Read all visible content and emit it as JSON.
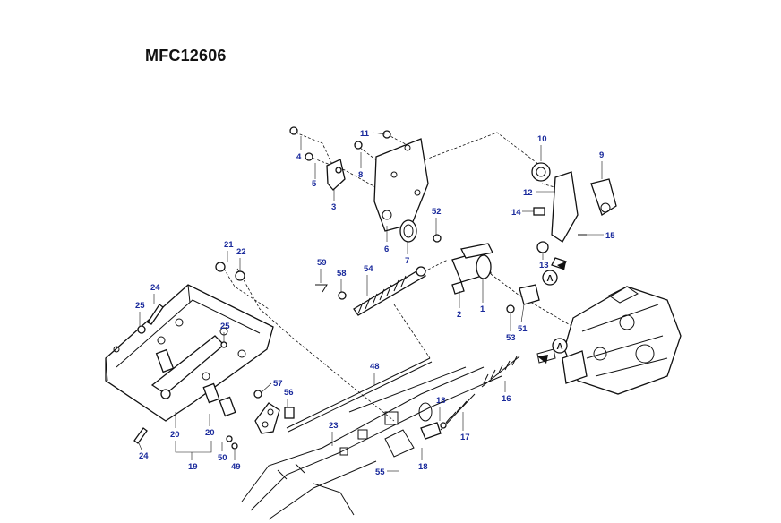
{
  "drawing_code": "MFC12606",
  "callouts": {
    "c4": "4",
    "c5": "5",
    "c3": "3",
    "c11": "11",
    "c8": "8",
    "c6": "6",
    "c7": "7",
    "c10": "10",
    "c9": "9",
    "c12": "12",
    "c14": "14",
    "c15": "15",
    "c13": "13",
    "c52": "52",
    "c59": "59",
    "c58": "58",
    "c54": "54",
    "c2": "2",
    "c1": "1",
    "c51": "51",
    "c53": "53",
    "c21": "21",
    "c22": "22",
    "c24a": "24",
    "c25a": "25",
    "c25b": "25",
    "c48": "48",
    "c57": "57",
    "c56": "56",
    "c16": "16",
    "c18a": "18",
    "c17": "17",
    "c23": "23",
    "c18b": "18",
    "c55": "55",
    "c20a": "20",
    "c20b": "20",
    "c24b": "24",
    "c19": "19",
    "c50": "50",
    "c49": "49"
  },
  "view_markers": {
    "a1": "A",
    "a2": "A"
  }
}
